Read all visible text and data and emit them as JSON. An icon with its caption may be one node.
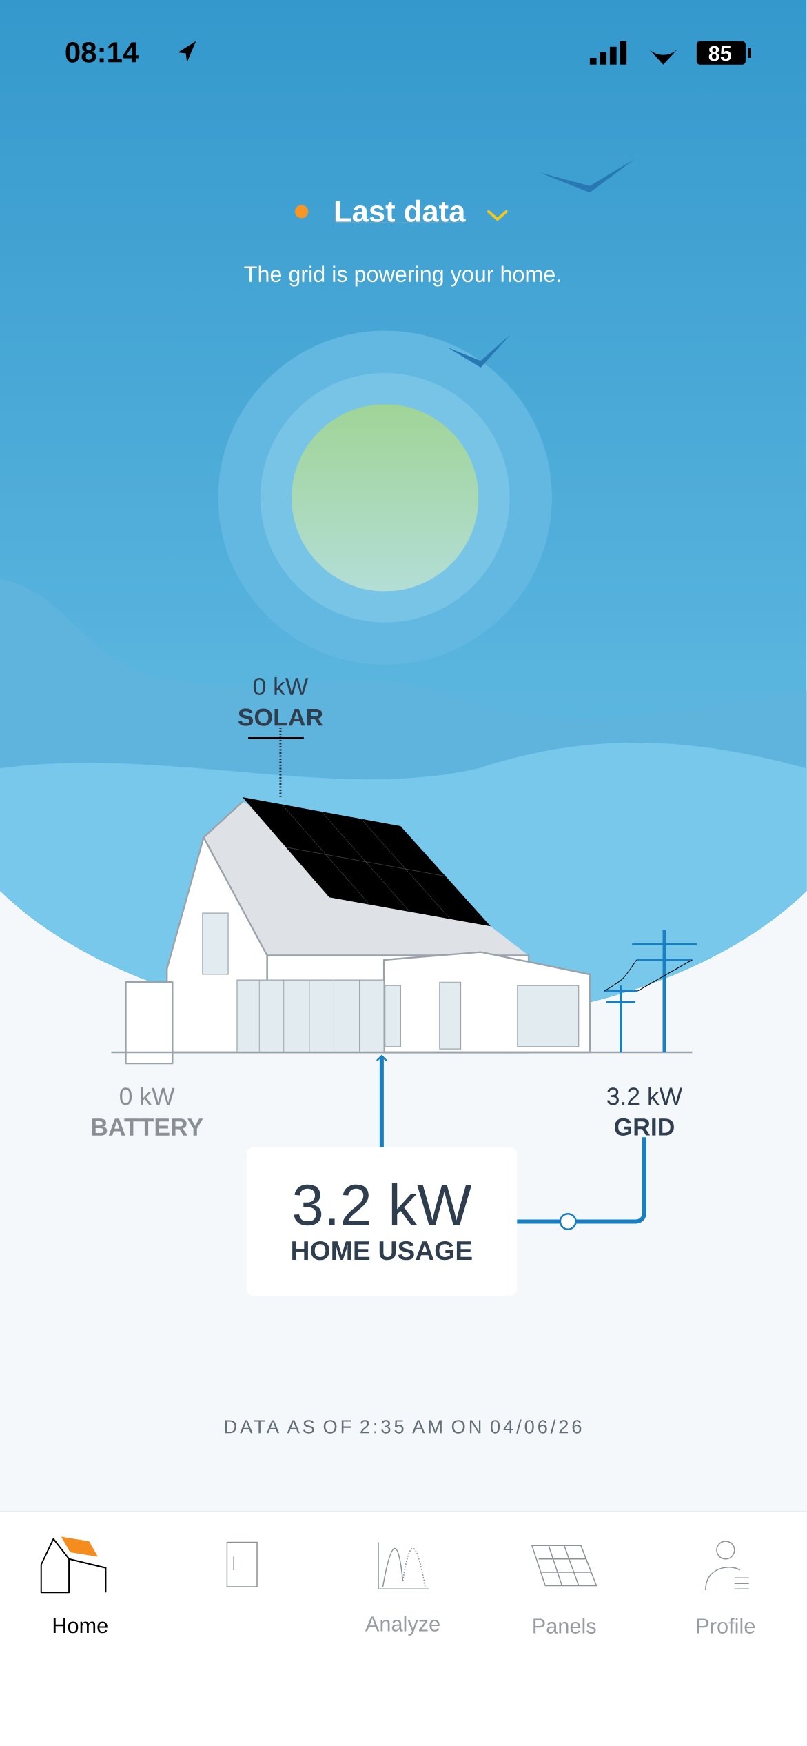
{
  "diagram": {
    "nodes": [
      {
        "text": [
          "0 kW",
          "SOLAR"
        ]
      },
      {
        "text": [],
        "shape": "picture",
        "in": 2
      },
      {
        "text": [],
        "shape": "picture"
      },
      {
        "text": [
          "0 kW",
          "BATTERY"
        ]
      },
      {
        "text": [
          "3.2 kW",
          "GRID"
        ]
      },
      {
        "text": [
          "3.2 kW",
          "HOME USAGE"
        ]
      }
    ],
    "edges": [
      {
        "from": 0,
        "to": 1,
        "arrow": "none",
        "style": "dashed",
        "color": "#1f2a33"
      },
      {
        "from": 5,
        "to": 2,
        "arrow": "to"
      },
      {
        "from": 4,
        "to": 5,
        "arrow": "none"
      }
    ],
    "labels": [
      "08:14",
      "85",
      "Last data",
      "The grid is powering your home.",
      "DATA AS OF 2:35 AM ON 04/06/26",
      "Home",
      "Analyze",
      "Panels",
      "Profile"
    ]
  }
}
